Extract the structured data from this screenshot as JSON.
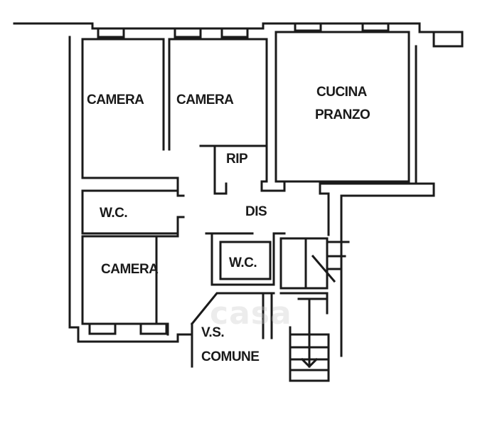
{
  "rooms": {
    "camera_1": "CAMERA",
    "camera_2": "CAMERA",
    "cucina_line1": "CUCINA",
    "cucina_line2": "PRANZO",
    "rip": "RIP",
    "dis": "DIS",
    "wc_1": "W.C.",
    "wc_2": "W.C.",
    "camera_3": "CAMERA",
    "vs_line1": "V.S.",
    "vs_line2": "COMUNE"
  },
  "watermark": "casa",
  "colors": {
    "wall": "#1a1a1a",
    "background": "#ffffff"
  }
}
